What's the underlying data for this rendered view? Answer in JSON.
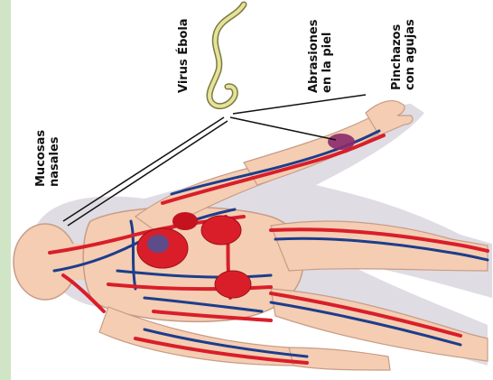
{
  "labels": {
    "mucosas": "Mucosas\nnasales",
    "virus": "Virus Ébola",
    "abrasiones": "Abrasiones\nen la piel",
    "pinchazos": "Pinchazos\ncon agujas"
  },
  "colors": {
    "skin": "#f4cdb2",
    "artery": "#d91e2a",
    "vein": "#1d3d8c",
    "virus": "#e6e29a",
    "bruise": "#8a2a6a",
    "background_strip": "#cfe5c6"
  }
}
